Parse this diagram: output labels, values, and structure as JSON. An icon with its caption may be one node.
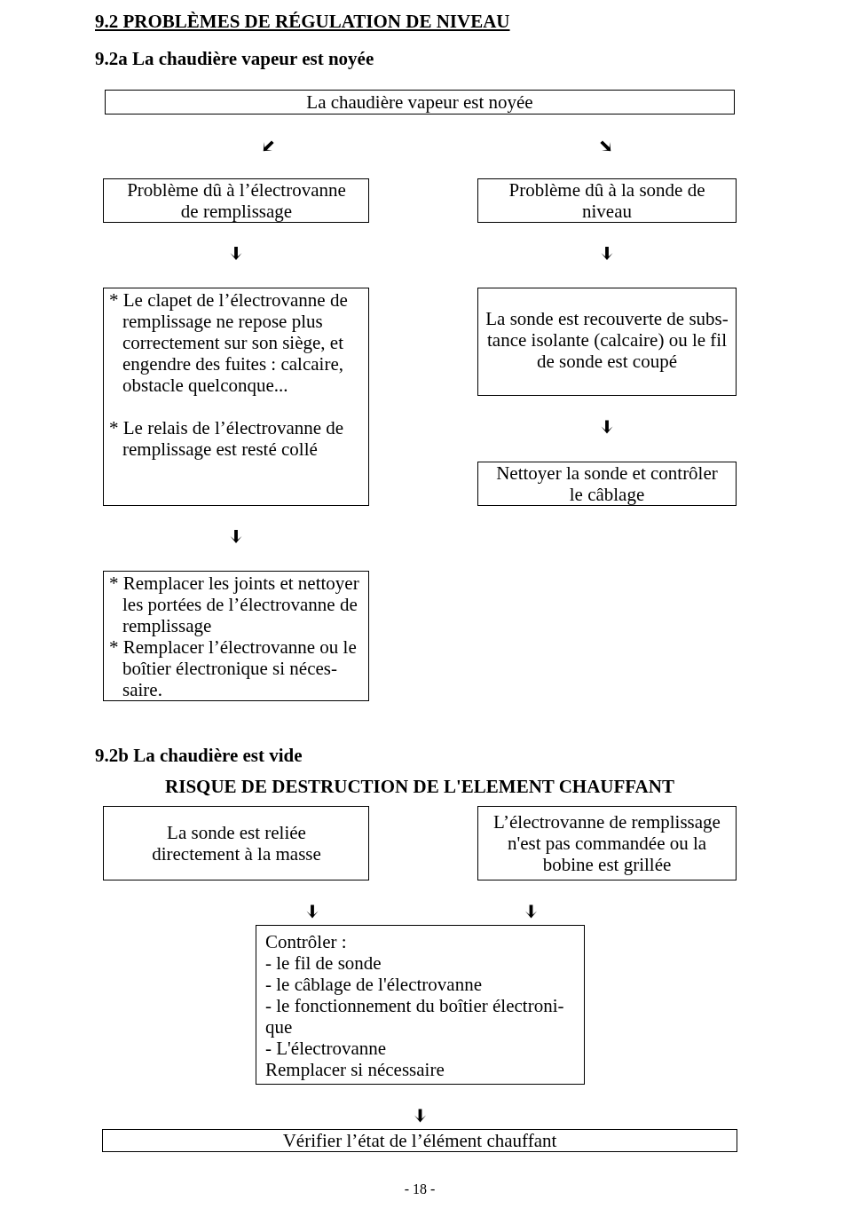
{
  "diagram": {
    "title": "9.2 PROBLÈMES DE RÉGULATION DE NIVEAU",
    "nodes": [
      {
        "text": [
          "La chaudière vapeur est noyée"
        ]
      },
      {
        "text": [
          "Problème dû à l’électrovanne de remplissage"
        ]
      },
      {
        "text": [
          "Problème dû à la sonde de niveau"
        ]
      },
      {
        "text": [
          "* Le clapet de l’électrovanne de remplissage ne repose plus correctement sur son siège, et engendre des fuites : calcaire, obstacle quelconque...",
          "* Le relais de l’électrovanne de remplissage est resté collé"
        ]
      },
      {
        "text": [
          "La sonde est recouverte de subs-tance isolante (calcaire) ou le fil de sonde est coupé"
        ]
      },
      {
        "text": [
          "Nettoyer la sonde et contrôler le câblage"
        ]
      },
      {
        "text": [
          "* Remplacer les joints et nettoyer les portées de l’électrovanne de remplissage",
          "* Remplacer l’électrovanne ou le boîtier électronique si néces-saire."
        ]
      },
      {
        "text": [
          "La sonde est reliée directement à la masse"
        ]
      },
      {
        "text": [
          "L’électrovanne de remplissage n'est pas commandée ou la bobine est grillée"
        ]
      },
      {
        "text": [
          "Contrôler :",
          "- le fil de sonde",
          "- le câblage de l'électrovanne",
          "- le fonctionnement du boîtier électroni-que",
          "- L'électrovanne",
          "Remplacer si nécessaire"
        ]
      },
      {
        "text": [
          "Vérifier l’état de l’élément chauffant"
        ]
      }
    ],
    "edges": [
      {
        "from": 0,
        "to": 1,
        "arrow": "to"
      },
      {
        "from": 0,
        "to": 2,
        "arrow": "to"
      },
      {
        "from": 1,
        "to": 3,
        "arrow": "to"
      },
      {
        "from": 2,
        "to": 4,
        "arrow": "to"
      },
      {
        "from": 3,
        "to": 6,
        "arrow": "to"
      },
      {
        "from": 4,
        "to": 5,
        "arrow": "to"
      },
      {
        "from": 7,
        "to": 9,
        "arrow": "to"
      },
      {
        "from": 8,
        "to": 9,
        "arrow": "to"
      },
      {
        "from": 9,
        "to": 10,
        "arrow": "to"
      }
    ],
    "labels": [
      "9.2a La chaudière vapeur est noyée",
      "9.2b La chaudière est vide",
      "RISQUE DE DESTRUCTION DE L'ELEMENT CHAUFFANT",
      "- 18 -"
    ]
  }
}
